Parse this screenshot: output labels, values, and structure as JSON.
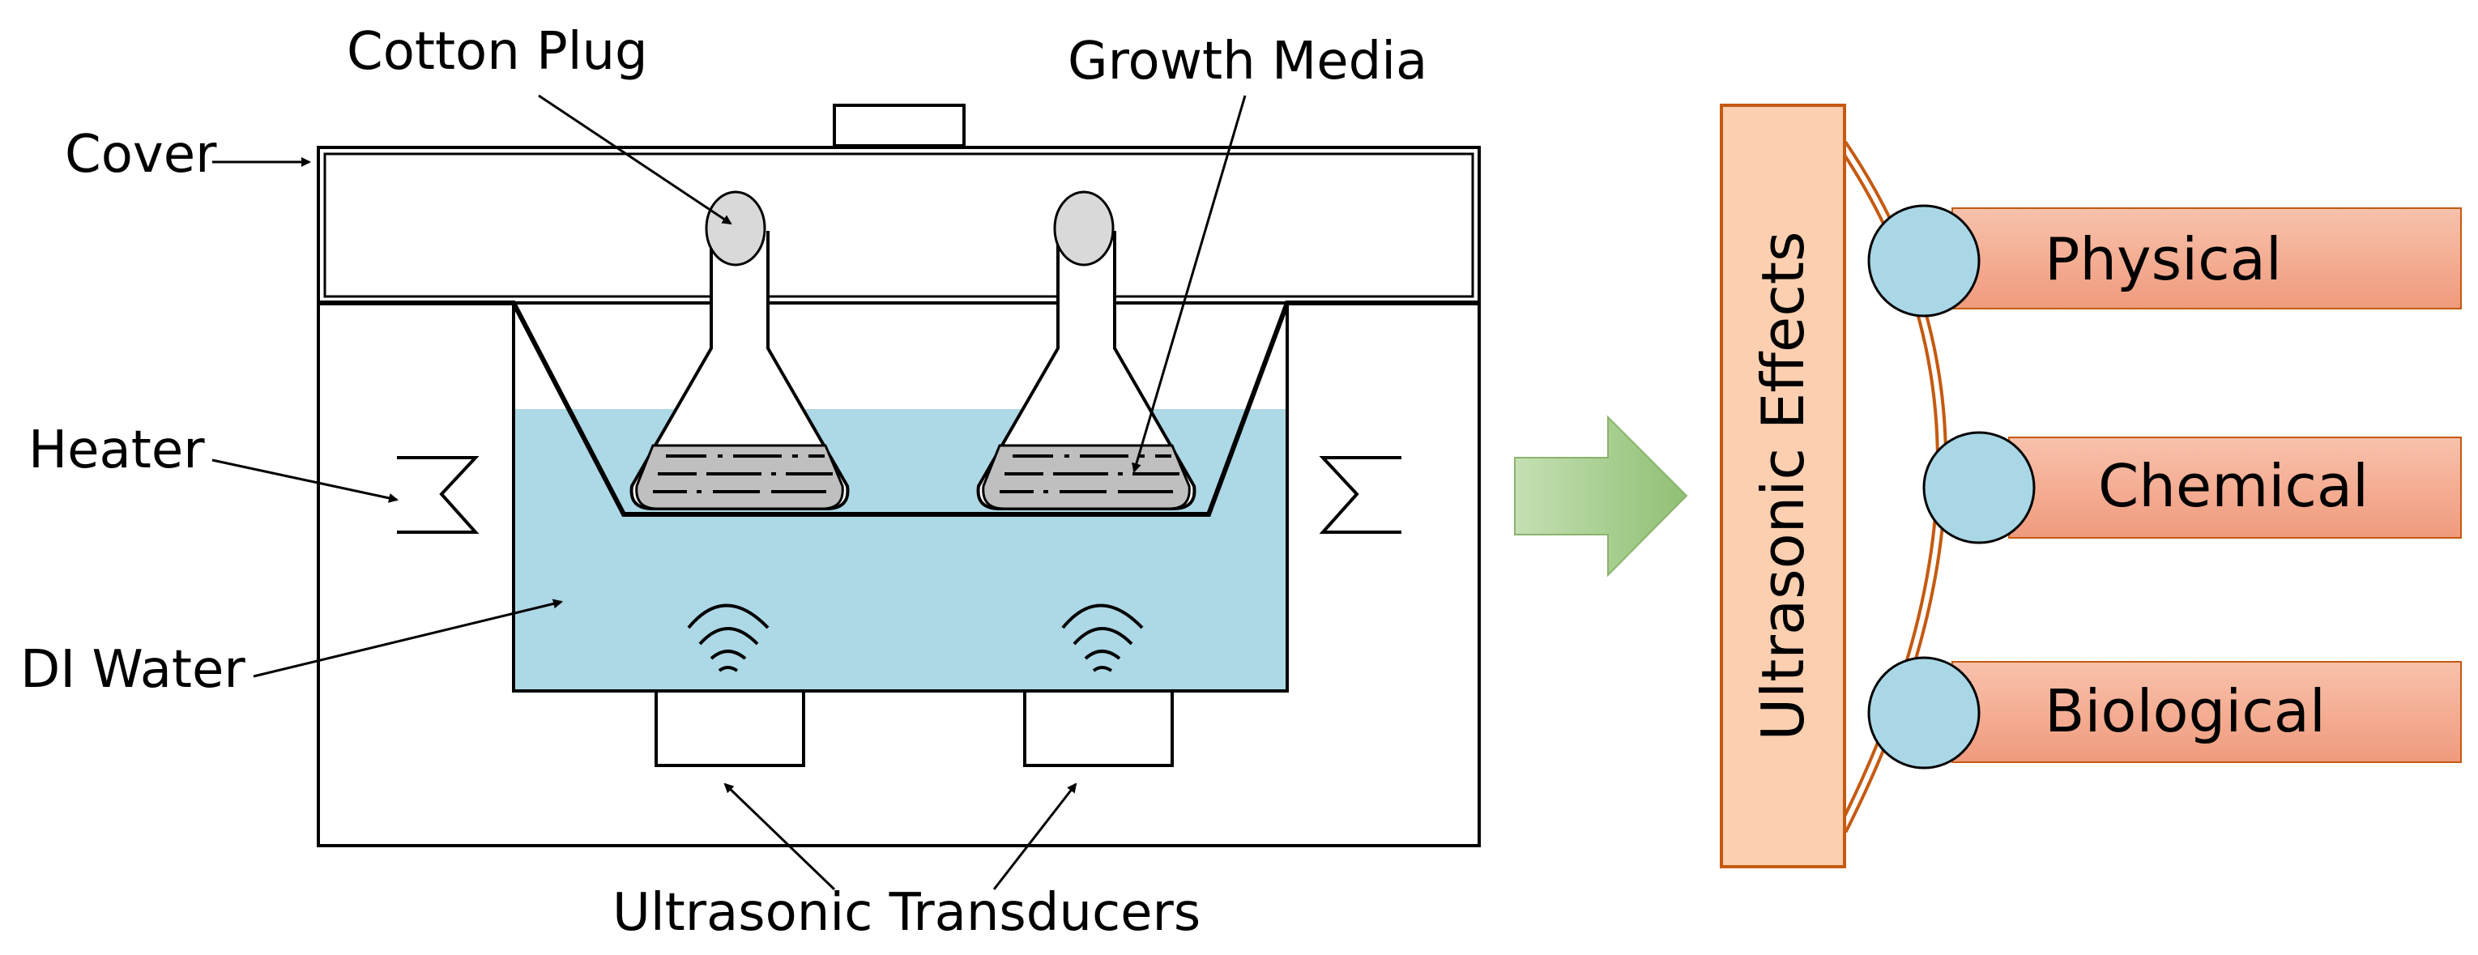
{
  "labels": {
    "cotton_plug": "Cotton Plug",
    "growth_media": "Growth Media",
    "cover": "Cover",
    "heater": "Heater",
    "di_water": "DI Water",
    "ultrasonic_transducers": "Ultrasonic Transducers"
  },
  "effects": {
    "title": "Ultrasonic Effects",
    "items": [
      "Physical",
      "Chemical",
      "Biological"
    ]
  },
  "colors": {
    "water": "#add8e6",
    "plug": "#d9d9d9",
    "media": "#bfbfbf",
    "effects_bar_fill": "#fbcfb0",
    "effects_bar_stroke": "#c55a11",
    "item_fill": "#f4a486",
    "circle_fill": "#a9d7e6",
    "arrow_fill": "#a9d18e"
  }
}
